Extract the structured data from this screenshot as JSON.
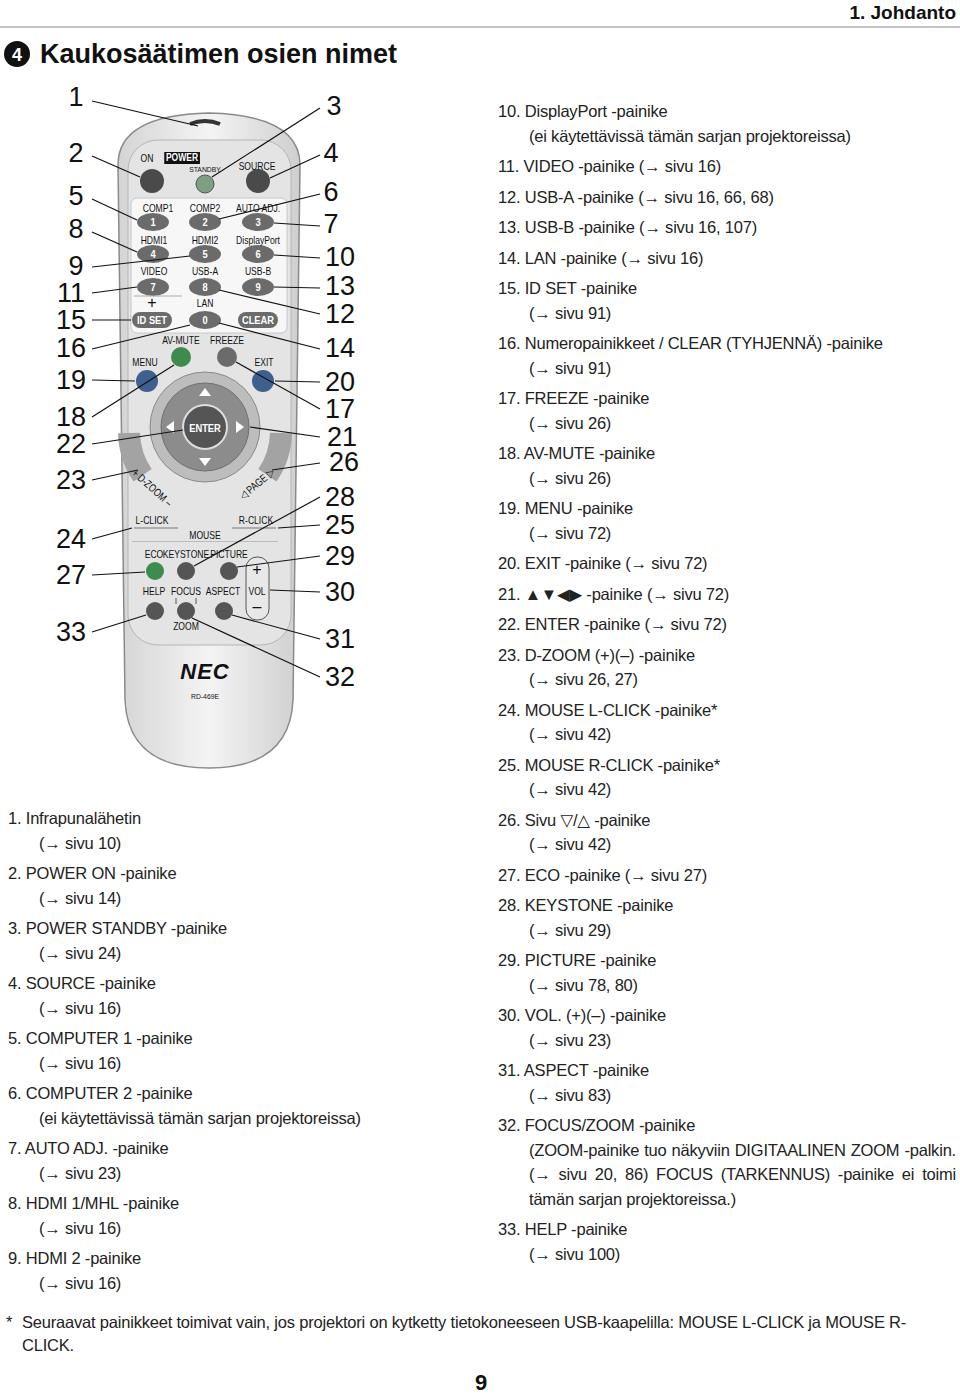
{
  "diagram": {
    "title": "Kaukosäätimen osien nimet",
    "labels": [
      "1. Johdanto",
      "4",
      "1",
      "2",
      "5",
      "8",
      "9",
      "11",
      "15",
      "16",
      "19",
      "18",
      "22",
      "23",
      "24",
      "27",
      "33",
      "3",
      "4",
      "6",
      "7",
      "10",
      "13",
      "12",
      "14",
      "20",
      "17",
      "21",
      "26",
      "28",
      "25",
      "29",
      "30",
      "31",
      "32",
      "ON",
      "POWER",
      "STANDBY",
      "SOURCE",
      "COMP1",
      "COMP2",
      "AUTO ADJ.",
      "1",
      "2",
      "3",
      "HDMI1",
      "HDMI2",
      "DisplayPort",
      "4",
      "5",
      "6",
      "VIDEO",
      "USB-A",
      "USB-B",
      "7",
      "8",
      "9",
      "+",
      "LAN",
      "ID SET",
      "0",
      "CLEAR",
      "AV-MUTE",
      "FREEZE",
      "MENU",
      "EXIT",
      "ENTER",
      "+ D-ZOOM –",
      "◁ PAGE ▷",
      "L-CLICK",
      "R-CLICK",
      "MOUSE",
      "ECO",
      "KEYSTONE",
      "PICTURE",
      "HELP",
      "FOCUS",
      "ASPECT",
      "VOL",
      "+",
      "–",
      "ZOOM",
      "NEC",
      "RD-469E",
      "1. Infrapunalähetin",
      "(→ sivu 10)",
      "2. POWER ON -painike",
      "(→ sivu 14)",
      "3. POWER STANDBY -painike",
      "(→ sivu 24)",
      "4. SOURCE -painike",
      "(→ sivu 16)",
      "5. COMPUTER 1 -painike",
      "(→ sivu 16)",
      "6. COMPUTER 2 -painike",
      "(ei käytettävissä tämän sarjan projektoreissa)",
      "7. AUTO ADJ. -painike",
      "(→ sivu 23)",
      "8. HDMI 1/MHL -painike",
      "(→ sivu 16)",
      "9. HDMI 2 -painike",
      "(→ sivu 16)",
      "10. DisplayPort -painike",
      "(ei käytettävissä tämän sarjan projektoreissa)",
      "11. VIDEO -painike (→ sivu 16)",
      "12. USB-A -painike (→ sivu 16, 66, 68)",
      "13. USB-B -painike (→ sivu 16, 107)",
      "14. LAN -painike (→ sivu 16)",
      "15. ID SET -painike",
      "(→ sivu 91)",
      "16. Numeropainikkeet / CLEAR (TYHJENNÄ) -painike",
      "(→ sivu 91)",
      "17. FREEZE -painike",
      "(→ sivu 26)",
      "18. AV-MUTE -painike",
      "(→ sivu 26)",
      "19. MENU -painike",
      "(→ sivu 72)",
      "20. EXIT -painike (→ sivu 72)",
      "21. ▲▼◀▶ -painike (→ sivu 72)",
      "22. ENTER -painike (→ sivu 72)",
      "23. D-ZOOM (+)(–) -painike",
      "(→ sivu 26, 27)",
      "24. MOUSE L-CLICK -painike*",
      "(→ sivu 42)",
      "25. MOUSE R-CLICK -painike*",
      "(→ sivu 42)",
      "26. Sivu ▽/△ -painike",
      "(→ sivu 42)",
      "27. ECO -painike (→ sivu 27)",
      "28. KEYSTONE -painike",
      "(→ sivu 29)",
      "29. PICTURE -painike",
      "(→ sivu 78, 80)",
      "30. VOL. (+)(–) -painike",
      "(→ sivu 23)",
      "31. ASPECT -painike",
      "(→ sivu 83)",
      "32. FOCUS/ZOOM -painike",
      "(ZOOM-painike tuo näkyviin DIGITAALINEN ZOOM -palkin. (→ sivu 20, 86) FOCUS (TARKENNUS) -painike ei toimi tämän sarjan projektoreissa.)",
      "33. HELP -painike",
      "(→ sivu 100)",
      "*",
      "Seuraavat painikkeet toimivat vain, jos projektori on kytketty tietokoneeseen USB-kaapelilla: MOUSE L-CLICK ja MOUSE R-CLICK.",
      "9"
    ]
  }
}
